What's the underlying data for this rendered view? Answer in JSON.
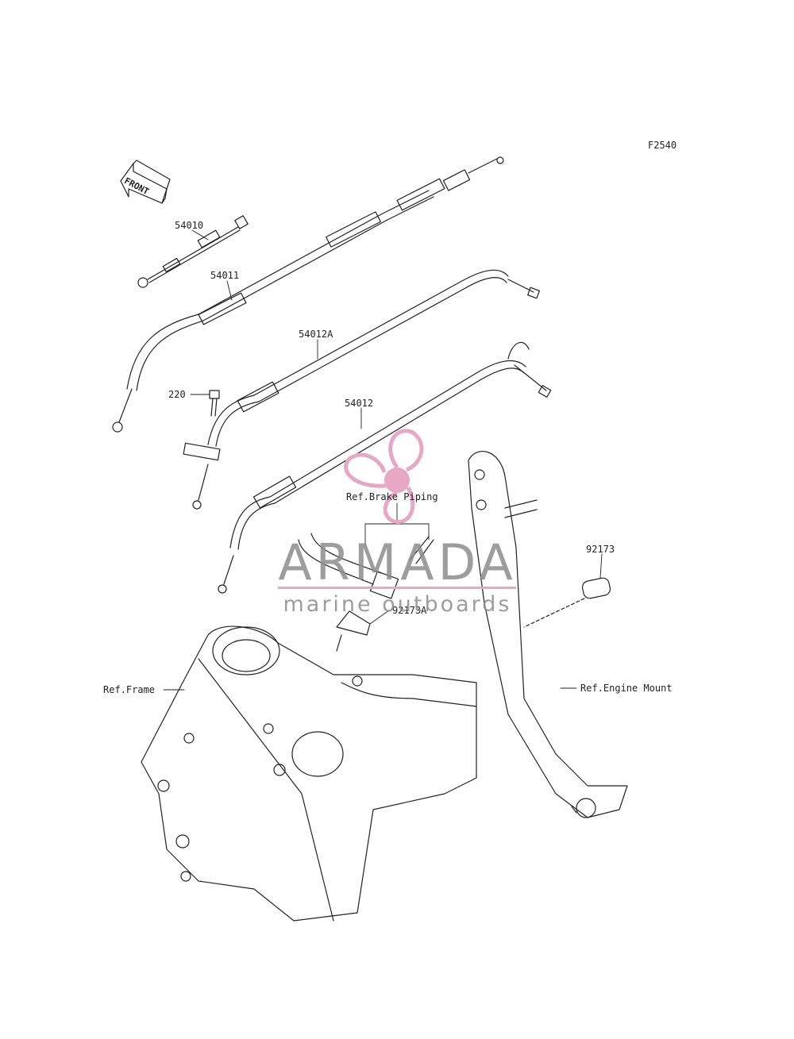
{
  "figure_code": "F2540",
  "front_arrow": "FRONT",
  "callouts": {
    "p54010": "54010",
    "p54011": "54011",
    "p54012A": "54012A",
    "p54012": "54012",
    "p220": "220",
    "p92173": "92173",
    "p92173A": "92173A",
    "ref_brake": "Ref.Brake Piping",
    "ref_frame": "Ref.Frame",
    "ref_engine": "Ref.Engine Mount"
  },
  "watermark": {
    "title": "ARMADA",
    "subtitle": "marine outboards",
    "color": "#e7a8c6"
  }
}
